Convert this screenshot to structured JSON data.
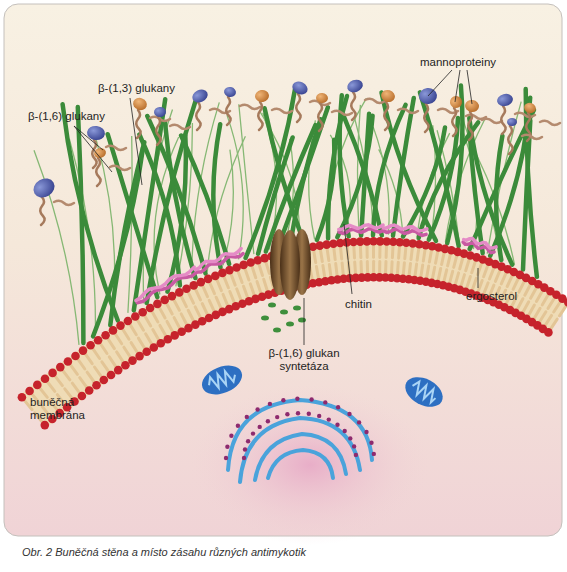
{
  "diagram": {
    "caption": "Obr. 2 Buněčná stěna a místo zásahu různých antimykotik",
    "labels": [
      "mannoproteiny",
      "β-(1,3) glukany",
      "β-(1,6) glukany",
      "chitin",
      "ergosterol",
      "β-(1,6) glukan syntetáza",
      "buněčná membrána"
    ]
  }
}
